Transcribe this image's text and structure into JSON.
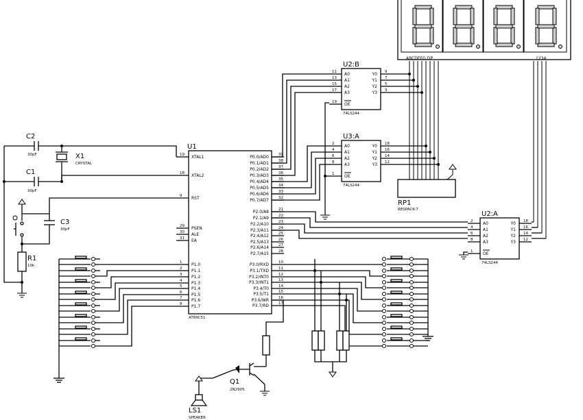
{
  "components": {
    "u1": {
      "ref": "U1",
      "part": "AT89C51",
      "left_pins": [
        {
          "num": "19",
          "name": "XTAL1"
        },
        {
          "num": "18",
          "name": "XTAL2"
        },
        {
          "num": "9",
          "name": "RST"
        },
        {
          "num": "29",
          "name": "PSEN"
        },
        {
          "num": "30",
          "name": "ALE"
        },
        {
          "num": "31",
          "name": "EA"
        },
        {
          "num": "1",
          "name": "P1.0"
        },
        {
          "num": "2",
          "name": "P1.1"
        },
        {
          "num": "3",
          "name": "P1.2"
        },
        {
          "num": "4",
          "name": "P1.3"
        },
        {
          "num": "5",
          "name": "P1.4"
        },
        {
          "num": "6",
          "name": "P1.5"
        },
        {
          "num": "7",
          "name": "P1.6"
        },
        {
          "num": "8",
          "name": "P1.7"
        }
      ],
      "right_pins": [
        {
          "num": "39",
          "name": "P0.0/AD0"
        },
        {
          "num": "38",
          "name": "P0.1/AD1"
        },
        {
          "num": "37",
          "name": "P0.2/AD2"
        },
        {
          "num": "36",
          "name": "P0.3/AD3"
        },
        {
          "num": "35",
          "name": "P0.4/AD4"
        },
        {
          "num": "34",
          "name": "P0.5/AD5"
        },
        {
          "num": "33",
          "name": "P0.6/AD6"
        },
        {
          "num": "32",
          "name": "P0.7/AD7"
        },
        {
          "num": "21",
          "name": "P2.0/A8"
        },
        {
          "num": "22",
          "name": "P2.1/A9"
        },
        {
          "num": "23",
          "name": "P2.2/A10"
        },
        {
          "num": "24",
          "name": "P2.3/A11"
        },
        {
          "num": "25",
          "name": "P2.4/A12"
        },
        {
          "num": "26",
          "name": "P2.5/A13"
        },
        {
          "num": "27",
          "name": "P2.6/A14"
        },
        {
          "num": "28",
          "name": "P2.7/A15"
        },
        {
          "num": "10",
          "name": "P3.0/RXD"
        },
        {
          "num": "11",
          "name": "P3.1/TXD"
        },
        {
          "num": "12",
          "name": "P3.2/INT0"
        },
        {
          "num": "13",
          "name": "P3.3/INT1"
        },
        {
          "num": "14",
          "name": "P3.4/T0"
        },
        {
          "num": "15",
          "name": "P3.5/T1"
        },
        {
          "num": "16",
          "name": "P3.6/WR"
        },
        {
          "num": "17",
          "name": "P3.7/RD"
        }
      ]
    },
    "u2b": {
      "ref": "U2:B",
      "part": "74LS244",
      "inputs": [
        {
          "num": "11",
          "name": "A0"
        },
        {
          "num": "13",
          "name": "A1"
        },
        {
          "num": "15",
          "name": "A2"
        },
        {
          "num": "17",
          "name": "A3"
        }
      ],
      "outputs": [
        {
          "num": "9",
          "name": "Y0"
        },
        {
          "num": "7",
          "name": "Y1"
        },
        {
          "num": "5",
          "name": "Y2"
        },
        {
          "num": "3",
          "name": "Y3"
        }
      ],
      "oe": {
        "num": "19",
        "name": "OE"
      }
    },
    "u3a": {
      "ref": "U3:A",
      "part": "74LS244",
      "inputs": [
        {
          "num": "2",
          "name": "A0"
        },
        {
          "num": "4",
          "name": "A1"
        },
        {
          "num": "6",
          "name": "A2"
        },
        {
          "num": "8",
          "name": "A3"
        }
      ],
      "outputs": [
        {
          "num": "18",
          "name": "Y0"
        },
        {
          "num": "16",
          "name": "Y1"
        },
        {
          "num": "14",
          "name": "Y2"
        },
        {
          "num": "12",
          "name": "Y3"
        }
      ],
      "oe": {
        "num": "1",
        "name": "OE"
      }
    },
    "u2a": {
      "ref": "U2:A",
      "part": "74LS244",
      "inputs": [
        {
          "num": "2",
          "name": "A0"
        },
        {
          "num": "4",
          "name": "A1"
        },
        {
          "num": "6",
          "name": "A2"
        },
        {
          "num": "8",
          "name": "A3"
        }
      ],
      "outputs": [
        {
          "num": "18",
          "name": "Y0"
        },
        {
          "num": "16",
          "name": "Y1"
        },
        {
          "num": "14",
          "name": "Y2"
        },
        {
          "num": "12",
          "name": "Y3"
        }
      ],
      "oe": {
        "num": "1",
        "name": "OE"
      }
    },
    "x1": {
      "ref": "X1",
      "value": "CRYSTAL"
    },
    "c1": {
      "ref": "C1",
      "value": "30pF"
    },
    "c2": {
      "ref": "C2",
      "value": "30pF"
    },
    "c3": {
      "ref": "C3",
      "value": "30pF"
    },
    "r1": {
      "ref": "R1",
      "value": "10k"
    },
    "rp1": {
      "ref": "RP1",
      "value": "RESPACK-7"
    },
    "q1": {
      "ref": "Q1",
      "value": "2N2905"
    },
    "ls1": {
      "ref": "LS1",
      "value": "SPEAKER"
    },
    "display": {
      "segment_labels": "ABCDEFG DP",
      "digit_labels": "1234"
    }
  }
}
